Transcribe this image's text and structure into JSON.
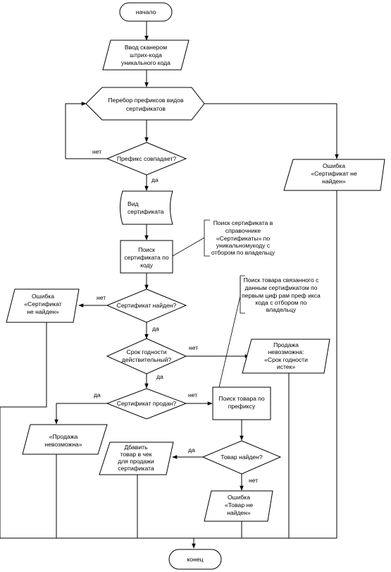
{
  "nodes": {
    "start": [
      "начало"
    ],
    "scan": [
      "Ввод сканером",
      "штрих-кода",
      "уникального кода"
    ],
    "prefix_loop": [
      "Перебор префиксов видов",
      "сертификатов"
    ],
    "prefix_match": [
      "Префикс совпадает?"
    ],
    "err_not_found_right": [
      "Ошибка",
      "«Сертификат не",
      "найден»"
    ],
    "cert_type": [
      "Вид",
      "сертификата"
    ],
    "search_cert": [
      "Поиск",
      "сертификата по",
      "коду"
    ],
    "cert_found": [
      "Сертификат найден?"
    ],
    "err_not_found_left": [
      "Ошибка",
      "«Сертификат",
      "не найден»"
    ],
    "expiry_valid": [
      "Срок годности",
      "действительный?"
    ],
    "sale_expired": [
      "Продажа",
      "невозможна:",
      "«Срок годности",
      "истек»"
    ],
    "cert_sold": [
      "Сертификат продан?"
    ],
    "sale_impossible": [
      "«Продажа",
      "невозможна»"
    ],
    "search_product": [
      "Поиск товара по",
      "префиксу"
    ],
    "product_found": [
      "Товар найден?"
    ],
    "add_to_receipt": [
      "Дбавить",
      "товар в чек",
      "для продажи",
      "сертификата"
    ],
    "err_product": [
      "Ошибка",
      "«Товар не",
      "найден»"
    ],
    "end": [
      "конец"
    ]
  },
  "notes": {
    "search_cert_note": [
      "Поиск сертификата в",
      "справочнике",
      "«Сертификаты» по",
      "уникальномукоду с",
      "отбором по владельцу"
    ],
    "search_product_note": [
      "Поиск товара связанного с",
      "данным сертификатом  по",
      "первым циф рам преф икса",
      "кода с отбором по",
      "владельцу"
    ]
  },
  "edge_labels": {
    "prefix_no": "нет",
    "prefix_yes": "да",
    "found_no": "нет",
    "found_yes": "да",
    "expiry_no": "нет",
    "expiry_yes": "да",
    "sold_yes": "да",
    "sold_no": "нет",
    "product_yes": "да",
    "product_no": "нет"
  }
}
